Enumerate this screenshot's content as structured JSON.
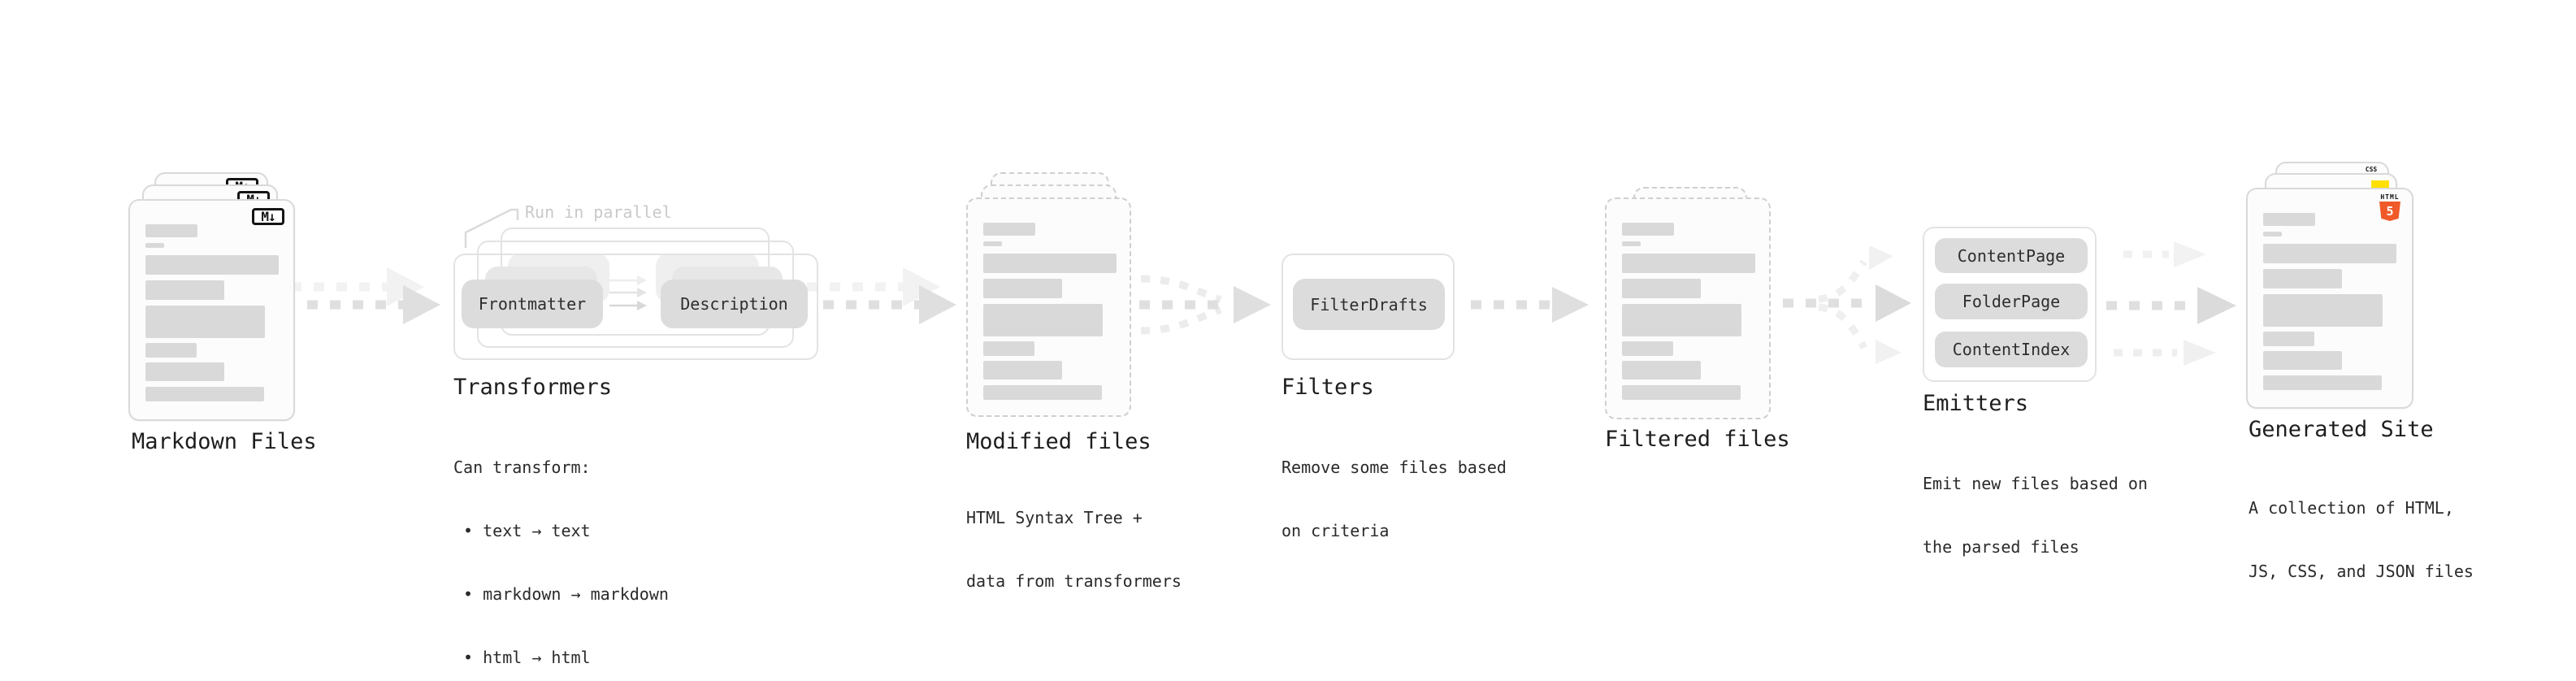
{
  "diagram": {
    "markdown": {
      "label": "Markdown Files",
      "badge": "M↓"
    },
    "transformers": {
      "callout": "Run in parallel",
      "frontmatter_label": "Frontmatter",
      "description_label": "Description",
      "title": "Transformers",
      "desc_heading": "Can transform:",
      "bullets": [
        " • text → text",
        " • markdown → markdown",
        " • html → html"
      ]
    },
    "modified": {
      "title": "Modified files",
      "subtitle": [
        "HTML Syntax Tree +",
        "data from transformers"
      ]
    },
    "filters": {
      "button_label": "FilterDrafts",
      "title": "Filters",
      "subtitle": [
        "Remove some files based",
        "on criteria"
      ]
    },
    "filtered": {
      "title": "Filtered files"
    },
    "emitters": {
      "buttons": [
        "ContentPage",
        "FolderPage",
        "ContentIndex"
      ],
      "title": "Emitters",
      "subtitle": [
        "Emit new files based on",
        "the parsed files"
      ]
    },
    "generated": {
      "title": "Generated Site",
      "subtitle": [
        "A collection of HTML,",
        "JS, CSS, and JSON files"
      ],
      "css_badge_label": "CSS",
      "html_badge_label": "HTML",
      "html_badge_number": "5"
    },
    "colors": {
      "doc_border": "#d9d9d9",
      "doc_fill": "#fcfcfc",
      "bar_gray": "#d9d9d9",
      "pill_gray": "#dcdcdc",
      "arrow_gray": "#dfdfdf",
      "arrow_ghost": "#f1f1f1",
      "callout_gray": "#c9c9c9",
      "css_blue": "#2767f1",
      "js_yellow": "#ffe000",
      "html_orange": "#f05a28",
      "text_dark": "#1e1e1e"
    }
  }
}
